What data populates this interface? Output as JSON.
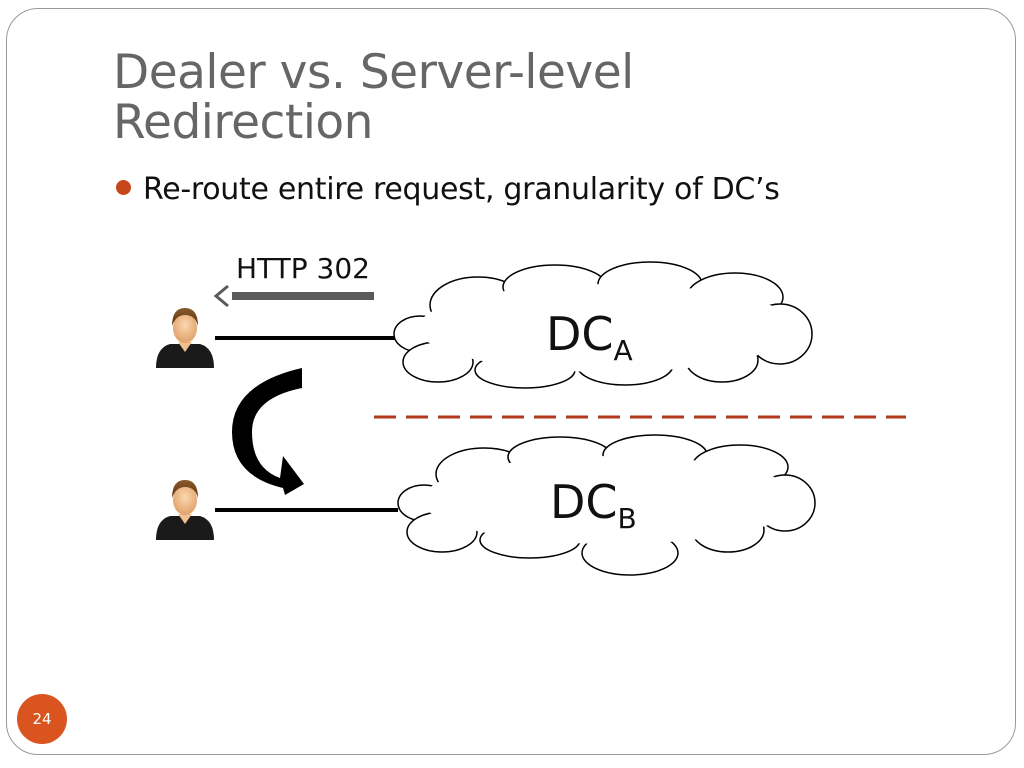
{
  "slide": {
    "title": "Dealer vs. Server-level Redirection",
    "bullets": [
      {
        "text": "Re-route entire request, granularity of DC’s"
      }
    ],
    "page_number": "24"
  },
  "diagram": {
    "redirect_label": "HTTP 302",
    "datacenters": [
      {
        "main": "DC",
        "sub": "A"
      },
      {
        "main": "DC",
        "sub": "B"
      }
    ]
  },
  "colors": {
    "accent": "#d9541e",
    "bullet": "#c8461c",
    "divider": "#b03a1a",
    "title": "#666666",
    "arrow_gray": "#5a5a5a"
  },
  "icons": [
    "user-icon",
    "user-icon",
    "redirect-arrow-icon",
    "left-arrow-icon",
    "cloud-icon"
  ]
}
